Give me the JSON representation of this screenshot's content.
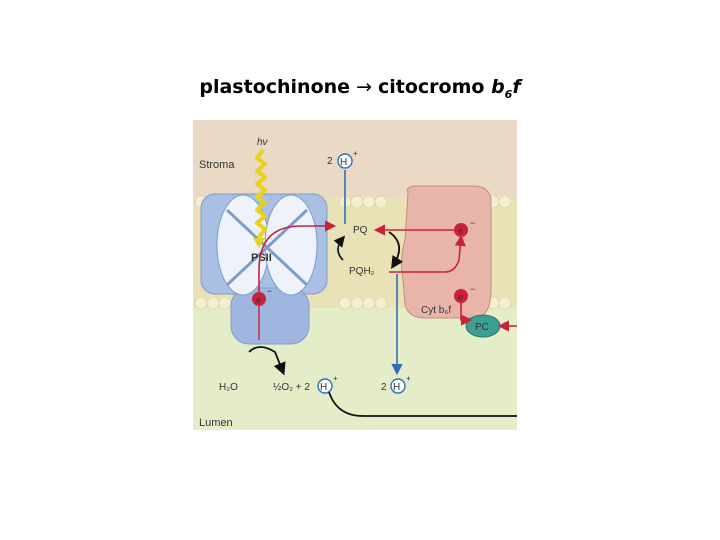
{
  "title": {
    "part1": "plastochinone",
    "arrow": "→",
    "part2": "citocromo",
    "part3_letter": "b",
    "part3_sub": "6",
    "part3_suffix": "f"
  },
  "figure": {
    "hv": "hν",
    "stroma": "Stroma",
    "lumen": "Lumen",
    "psii": "PSII",
    "pq": "PQ",
    "pqh2": "PQH₂",
    "cyt": "Cyt b₆f",
    "pc": "PC",
    "h2o": "H₂O",
    "o2": "½O₂ + 2",
    "h_top_coef": "2",
    "h_bottom_coef": "2",
    "h": "H",
    "plus": "+",
    "e": "e",
    "minus": "−"
  },
  "colors": {
    "stroma": "#ead9c4",
    "membrane": "#e9e2b6",
    "lumen": "#e4edc8",
    "psii_blue": "#a9bfe3",
    "cyt_pink": "#e9b5ab",
    "pc_teal": "#3f9e94",
    "electron": "#c8233a",
    "proton": "#2f6fba",
    "light": "#e8d21a"
  }
}
